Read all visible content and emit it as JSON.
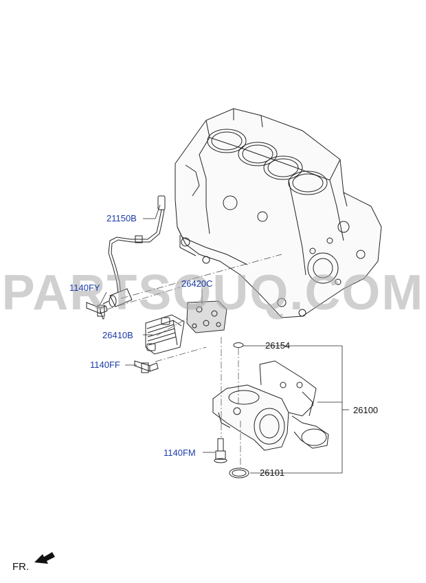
{
  "watermark": "PARTSOUQ.COM",
  "callouts": {
    "p21150B": "21150B",
    "p1140FY": "1140FY",
    "p26420C": "26420C",
    "p26410B": "26410B",
    "p1140FF": "1140FF",
    "p26154": "26154",
    "p26100": "26100",
    "p1140FM": "1140FM",
    "p26101": "26101"
  },
  "direction_label": "FR.",
  "colors": {
    "callout": "#1a3aa8",
    "line": "#222222",
    "watermark": "#aaaaaa"
  }
}
